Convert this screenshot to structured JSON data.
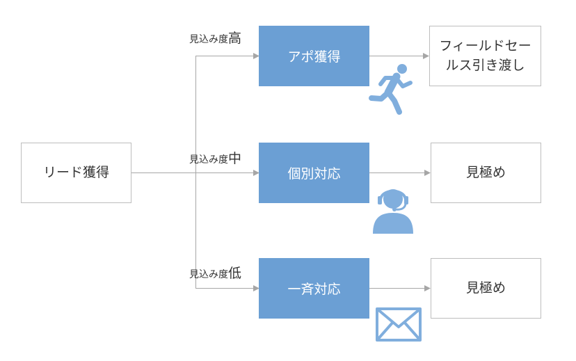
{
  "colors": {
    "process_fill": "#6b9fd4",
    "icon_blue": "#80aedd",
    "line": "#a6a6a6",
    "box_border": "#bdbdbd"
  },
  "source": {
    "label": "リード獲得"
  },
  "branches": [
    {
      "label_prefix": "見込み度",
      "label_level": "高",
      "process": "アポ獲得",
      "result": [
        "フィールドセー",
        "ルス引き渡し"
      ],
      "icon": "running-person-icon"
    },
    {
      "label_prefix": "見込み度",
      "label_level": "中",
      "process": "個別対応",
      "result": [
        "見極め"
      ],
      "icon": "headset-operator-icon"
    },
    {
      "label_prefix": "見込み度",
      "label_level": "低",
      "process": "一斉対応",
      "result": [
        "見極め"
      ],
      "icon": "mail-envelope-icon"
    }
  ]
}
